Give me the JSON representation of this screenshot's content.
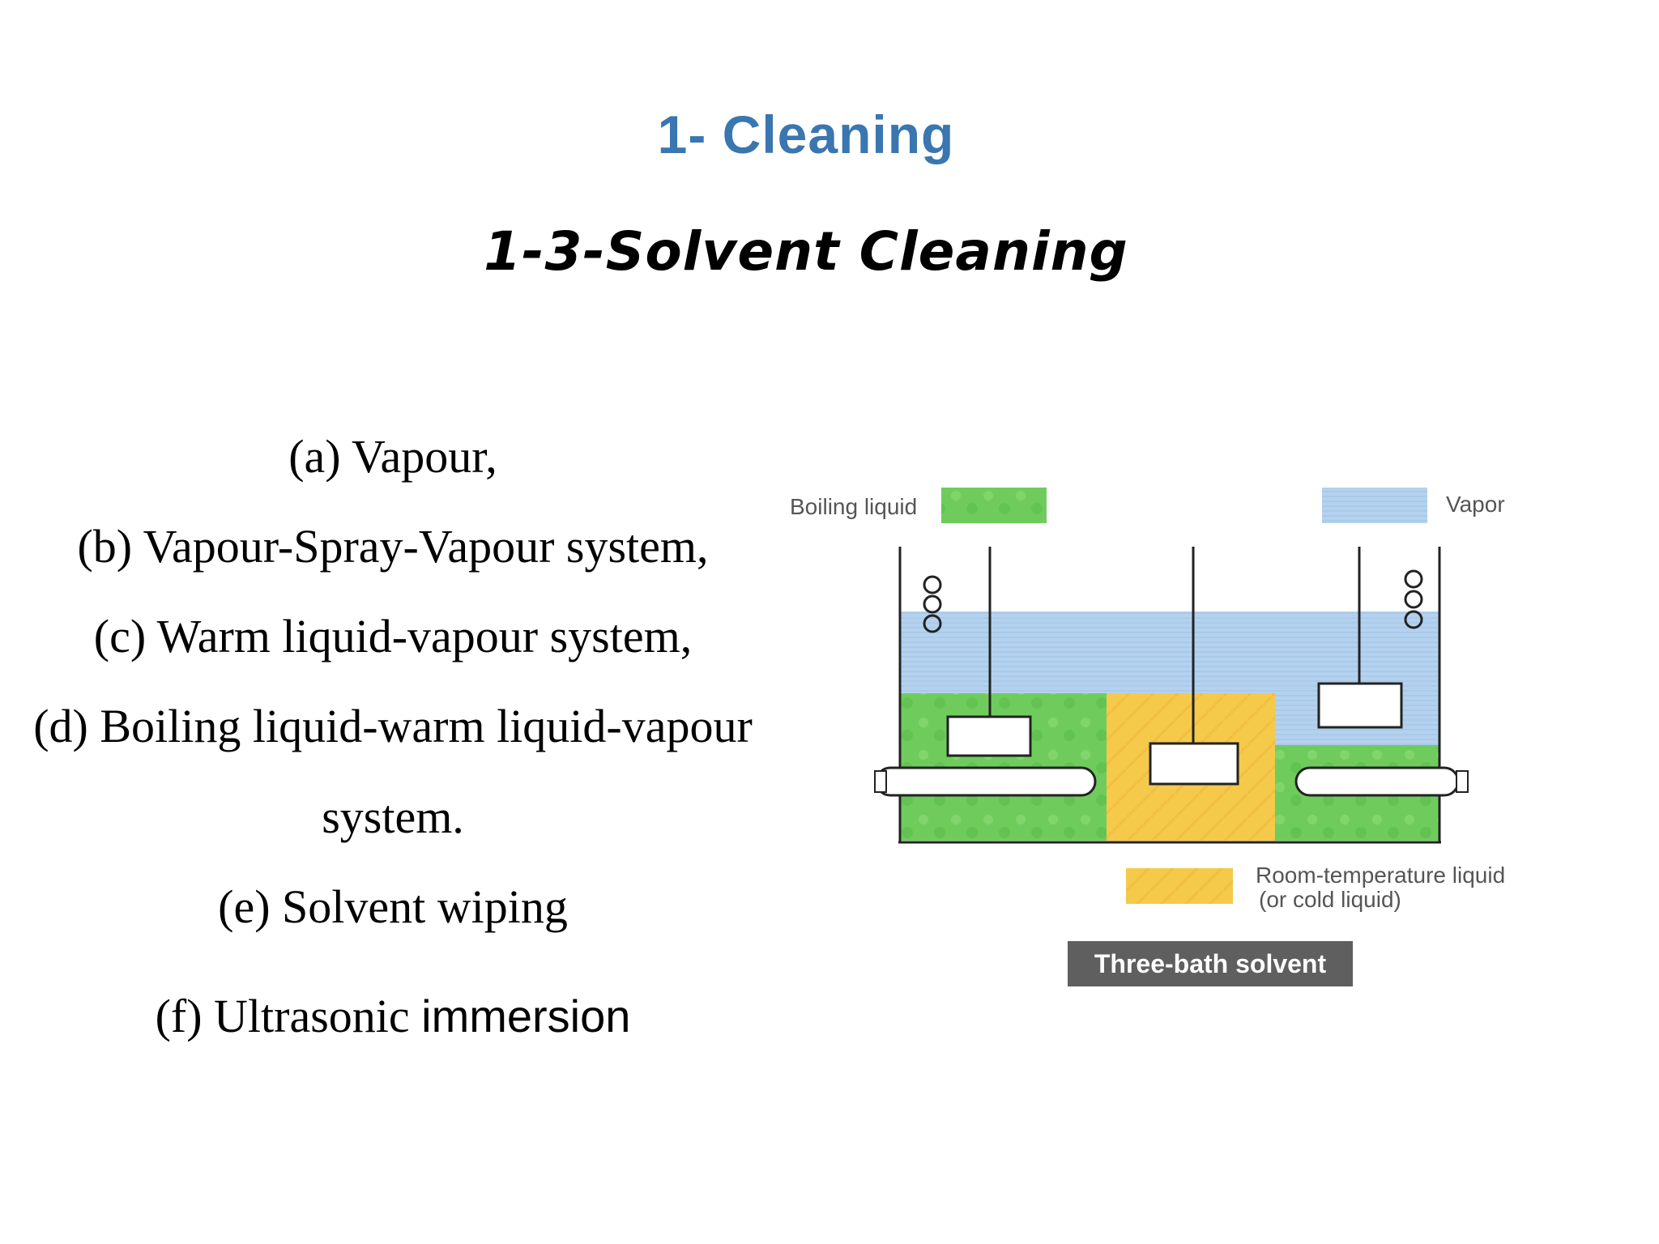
{
  "header": {
    "title": "1- Cleaning",
    "subtitle": "1-3-Solvent Cleaning"
  },
  "methods": [
    {
      "text": "(a) Vapour,"
    },
    {
      "text": "(b) Vapour-Spray-Vapour system,"
    },
    {
      "text": "(c) Warm liquid-vapour system,"
    },
    {
      "text": "(d) Boiling liquid-warm liquid-vapour"
    },
    {
      "text": "system."
    },
    {
      "text": "(e) Solvent wiping"
    },
    {
      "text_serif": "(f) Ultrasonic ",
      "text_sans": "immersion"
    }
  ],
  "figure": {
    "legend_boiling": "Boiling liquid",
    "legend_vapor": "Vapor",
    "legend_room_line1": "Room-temperature liquid",
    "legend_room_line2": "(or cold liquid)",
    "caption": "Three-bath solvent",
    "colors": {
      "title": "#3a76b0",
      "boiling": "#6fcc5c",
      "vapor": "#b4d2ee",
      "room": "#f5c94a",
      "caption_bg": "#5f5f5f"
    }
  }
}
